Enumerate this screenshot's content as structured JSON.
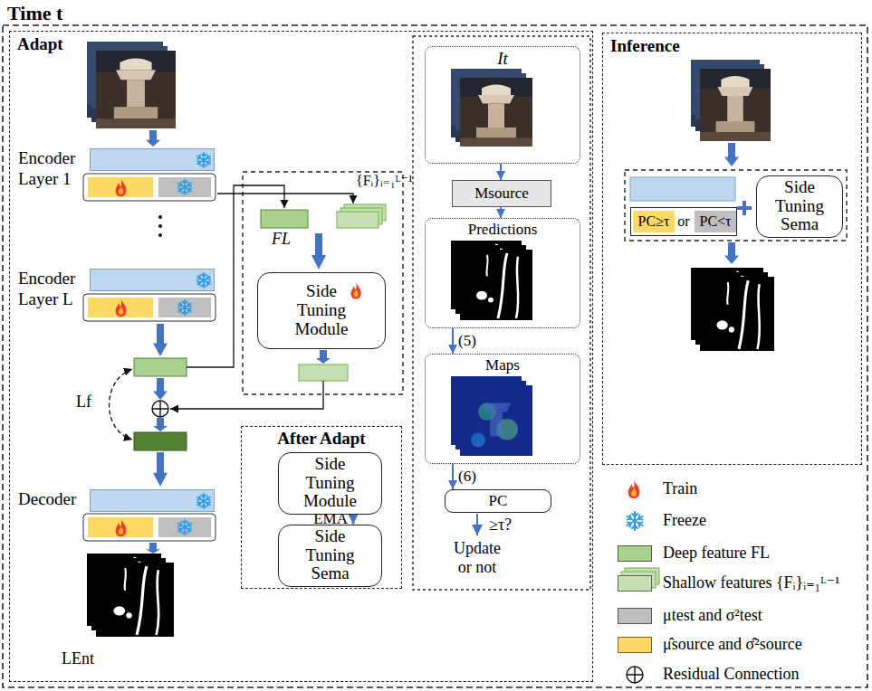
{
  "diagram": {
    "title": "Time t",
    "nodes": [
      {
        "text": [
          "Adapt"
        ]
      },
      {
        "text": [
          "Encoder Layer 1"
        ],
        "in": 0
      },
      {
        "text": [
          "Encoder Layer L"
        ],
        "in": 0
      },
      {
        "text": [
          "Decoder"
        ],
        "in": 0
      },
      {
        "text": [
          "Side Tuning Module"
        ],
        "in": 0
      },
      {
        "text": [
          "After Adapt"
        ],
        "in": 0
      },
      {
        "text": [
          "Side Tuning Module"
        ],
        "in": 5
      },
      {
        "text": [
          "Side Tuning Sema"
        ],
        "in": 5
      },
      {
        "text": [
          "It"
        ],
        "in": 0
      },
      {
        "text": [
          "Msource"
        ],
        "in": 0
      },
      {
        "text": [
          "Predictions"
        ],
        "in": 0
      },
      {
        "text": [
          "Maps"
        ],
        "in": 0
      },
      {
        "text": [
          "PC"
        ],
        "in": 0
      },
      {
        "text": [
          "Inference"
        ]
      },
      {
        "text": [
          "or"
        ],
        "in": 13
      },
      {
        "text": [
          "PC≥τ"
        ],
        "in": 14
      },
      {
        "text": [
          "PC<τ"
        ],
        "in": 14
      },
      {
        "text": [
          "Side Tuning Sema"
        ],
        "in": 13
      }
    ],
    "edges": [
      {
        "from": 8,
        "to": 9,
        "arrow": "to"
      },
      {
        "from": 9,
        "to": 10,
        "arrow": "to"
      },
      {
        "from": 10,
        "to": 11,
        "label": "(5)",
        "arrow": "to"
      },
      {
        "from": 11,
        "to": 12,
        "label": "(6)",
        "arrow": "to"
      },
      {
        "from": 6,
        "to": 7,
        "label": "EMA",
        "arrow": "to"
      }
    ],
    "labels": [
      "FL",
      "{Fᵢ}ᵢ₌₁ᴸ⁻¹",
      "Lf",
      "LEnt",
      "≥τ?",
      "Update or not"
    ],
    "legend": [
      {
        "text": "Train"
      },
      {
        "text": "Freeze"
      },
      {
        "text": "Deep feature FL",
        "color": "#a9d18e"
      },
      {
        "text": "Shallow features {Fᵢ}ᵢ₌₁ᴸ⁻¹",
        "color": "#c5e0b4"
      },
      {
        "text": "μtest and σ²test",
        "color": "#bfbfbf"
      },
      {
        "text": "μ̂source and σ̂²source",
        "color": "#ffd966"
      },
      {
        "text": "Residual Connection"
      }
    ]
  }
}
